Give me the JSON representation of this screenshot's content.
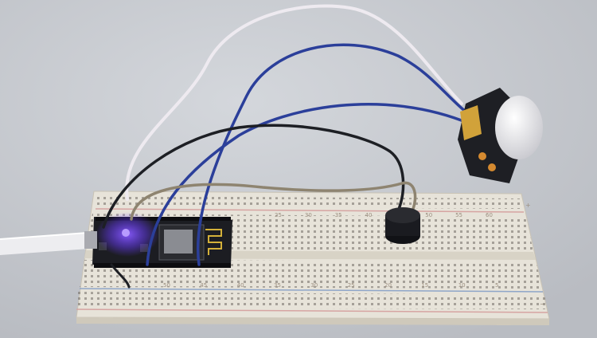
{
  "scene": {
    "description_free": true,
    "colors": {
      "wall": "#c9ccd2",
      "breadboard": "#e8e4da",
      "rail_red": "#d6a4a2",
      "rail_blue": "#8fa6c9",
      "wire_white": "#eeeaf0",
      "wire_blue": "#2b3f9a",
      "wire_black": "#1d1f24",
      "wire_tan": "#8e8470",
      "led_glow": "#6a3cff",
      "board": "#1c1d22",
      "sensor_dome": "#e6e6ea"
    }
  },
  "breadboard": {
    "top_numbers": [
      "25",
      "30",
      "35",
      "40",
      "45",
      "50",
      "55",
      "60"
    ],
    "bottom_numbers": [
      "50",
      "45",
      "40",
      "35",
      "30",
      "25",
      "20",
      "15",
      "10",
      "5"
    ],
    "rail_mark_plus": "+",
    "rail_mark_minus": "−"
  }
}
